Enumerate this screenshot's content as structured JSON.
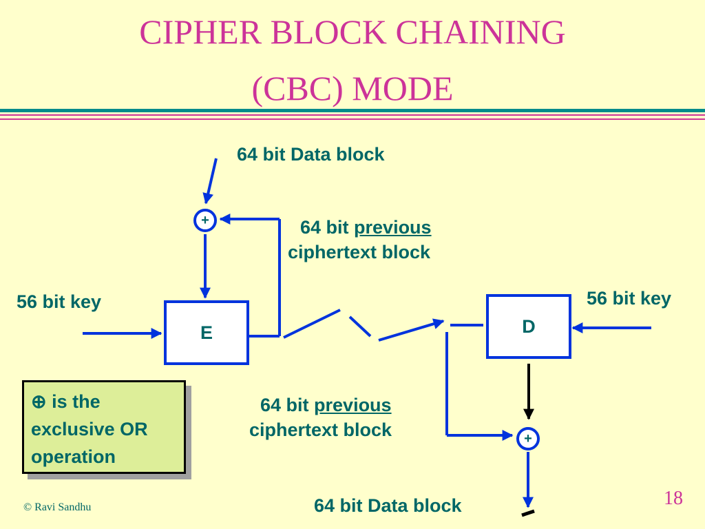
{
  "title": {
    "line1": "CIPHER BLOCK CHAINING",
    "line2": "(CBC) MODE"
  },
  "diagram": {
    "encrypt_input_label": "64 bit Data block",
    "encrypt_prev": {
      "prefix": "64 bit ",
      "underlined": "previous",
      "line2": "ciphertext block"
    },
    "decrypt_prev": {
      "prefix": "64 bit ",
      "underlined": "previous",
      "line2": "ciphertext block"
    },
    "key_left": "56 bit key",
    "key_right": "56 bit key",
    "encrypt_box": "E",
    "decrypt_box": "D",
    "xor_symbol": "+",
    "decrypt_output_label": "64 bit Data block"
  },
  "note": {
    "symbol": "⊕",
    "text1": " is the",
    "text2": "exclusive OR",
    "text3": "operation"
  },
  "footer": {
    "copyright": "© Ravi Sandhu",
    "page_number": "18"
  },
  "colors": {
    "title": "#CC3399",
    "label": "#006666",
    "line": "#0033DD",
    "background": "#FFFFCC",
    "note_fill": "#DDEE99"
  }
}
